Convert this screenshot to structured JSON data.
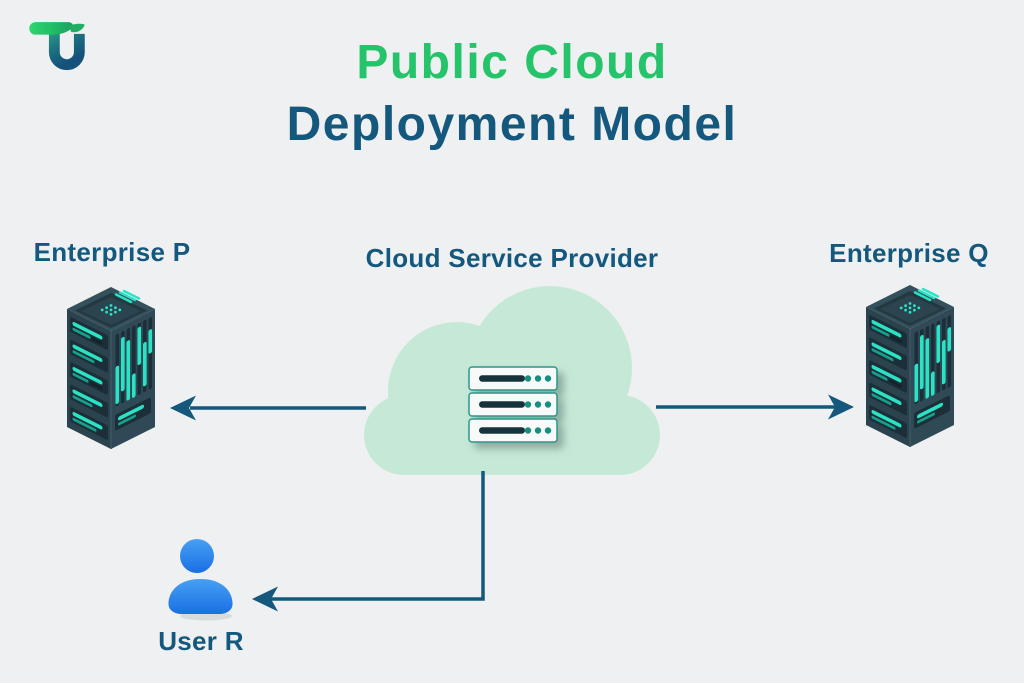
{
  "title": {
    "line1": "Public Cloud",
    "line2": "Deployment Model"
  },
  "logo": {
    "name": "TU logo"
  },
  "nodes": {
    "enterprise_p": {
      "label": "Enterprise P",
      "icon": "server-tower-icon"
    },
    "cloud_provider": {
      "label": "Cloud Service Provider",
      "icon": "cloud-with-server-rack-icon"
    },
    "enterprise_q": {
      "label": "Enterprise Q",
      "icon": "server-tower-icon"
    },
    "user_r": {
      "label": "User R",
      "icon": "person-icon"
    }
  },
  "edges": [
    {
      "from": "cloud_provider",
      "to": "enterprise_p",
      "arrow": "left"
    },
    {
      "from": "cloud_provider",
      "to": "enterprise_q",
      "arrow": "right"
    },
    {
      "from": "cloud_provider",
      "to": "user_r",
      "arrow": "down-then-left"
    }
  ],
  "colors": {
    "bg": "#eef0f1",
    "green": "#25c36a",
    "navy": "#15587d",
    "mint": "#c5e9d6",
    "teal": "#2be3c4",
    "srv_left": "#2b434e",
    "srv_right": "#2f4a56",
    "srv_top": "#33505c",
    "srv_slot": "#1c2e37",
    "teal_dim": "#15a18c",
    "rack_bg": "#f8fafa",
    "rack_border": "#2f958b",
    "rack_line": "#16303d",
    "rack_dot": "#178f80",
    "user_blue1": "#47a0f4",
    "user_blue2": "#1a6fe3"
  }
}
